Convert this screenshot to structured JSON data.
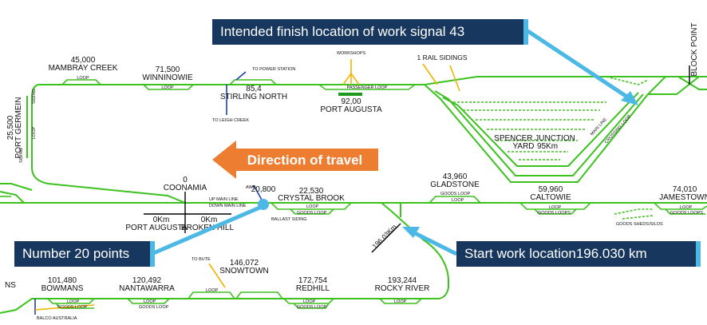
{
  "callouts": {
    "finish": "Intended finish location of work signal 43",
    "direction": "Direction of travel",
    "points": "Number 20 points",
    "start": "Start work location196.030 km"
  },
  "block_point": "BLOCK POINT",
  "stations": {
    "mambray_creek": {
      "km": "45,000",
      "name": "MAMBRAY CREEK"
    },
    "winninowie": {
      "km": "71,500",
      "name": "WINNINOWIE"
    },
    "stirling_north": {
      "km": "85,4",
      "name": "STIRLING NORTH"
    },
    "port_augusta_top": {
      "km": "92,00",
      "name": "PORT AUGUSTA"
    },
    "port_germein": {
      "km": "25,500",
      "name": "PORT GERMEIN"
    },
    "spencer_junction": {
      "name": "SPENCER JUNCTION",
      "name2": "YARD",
      "km": "95Km"
    },
    "coonamia": {
      "km": "0",
      "name": "COONAMIA"
    },
    "crystal_brook": {
      "km": "22,530",
      "name": "CRYSTAL BROOK"
    },
    "awb_km": "20,800",
    "gladstone": {
      "km": "43,960",
      "name": "GLADSTONE"
    },
    "caltowie": {
      "km": "59,960",
      "name": "CALTOWIE"
    },
    "jamestown": {
      "km": "74,010",
      "name": "JAMESTOWN"
    },
    "bowmans": {
      "km": "101,480",
      "name": "BOWMANS"
    },
    "nantawarra": {
      "km": "120,492",
      "name": "NANTAWARRA"
    },
    "snowtown": {
      "km": "146,072",
      "name": "SNOWTOWN"
    },
    "redhill": {
      "km": "172,754",
      "name": "REDHILL"
    },
    "rocky_river": {
      "km": "193,244",
      "name": "ROCKY RIVER"
    },
    "ns": "NS"
  },
  "junction": {
    "left_km": "0Km",
    "right_km": "0Km",
    "left_name": "PORT AUGUSTA",
    "right_name": "BROKEN HILL"
  },
  "small": {
    "loop": "LOOP",
    "to_power_station": "TO POWER STATION",
    "to_leigh_creek": "TO LEIGH CREEK",
    "workshops": "WORKSHOPS",
    "passenger_loop": "PASSENGER LOOP",
    "one_rail_sidings": "1 RAIL SIDINGS",
    "crossing_loop": "CROSSING LOOP",
    "main_line": "MAIN LINE",
    "siding": "SIDING",
    "awb": "AWB",
    "up_main_line": "UP MAIN LINE",
    "down_main_line": "DOWN MAIN LINE",
    "ballast_siding": "BALLAST SIDING",
    "goods_loop": "GOODS LOOP",
    "goods_loops": "GOODS LOOPS",
    "goods_sheds": "GOODS SHEDS/SILOS",
    "to_bute": "TO BUTE",
    "balco": "BALCO AUSTRALIA"
  },
  "km_mark": "196.03Km",
  "colors": {
    "track": "#3cc21e",
    "callout_bg": "#17375e",
    "pointer": "#4bb8e6",
    "direction": "#ed7d31",
    "siding_yellow": "#f0b400",
    "branch_blue": "#1f3fb0"
  }
}
